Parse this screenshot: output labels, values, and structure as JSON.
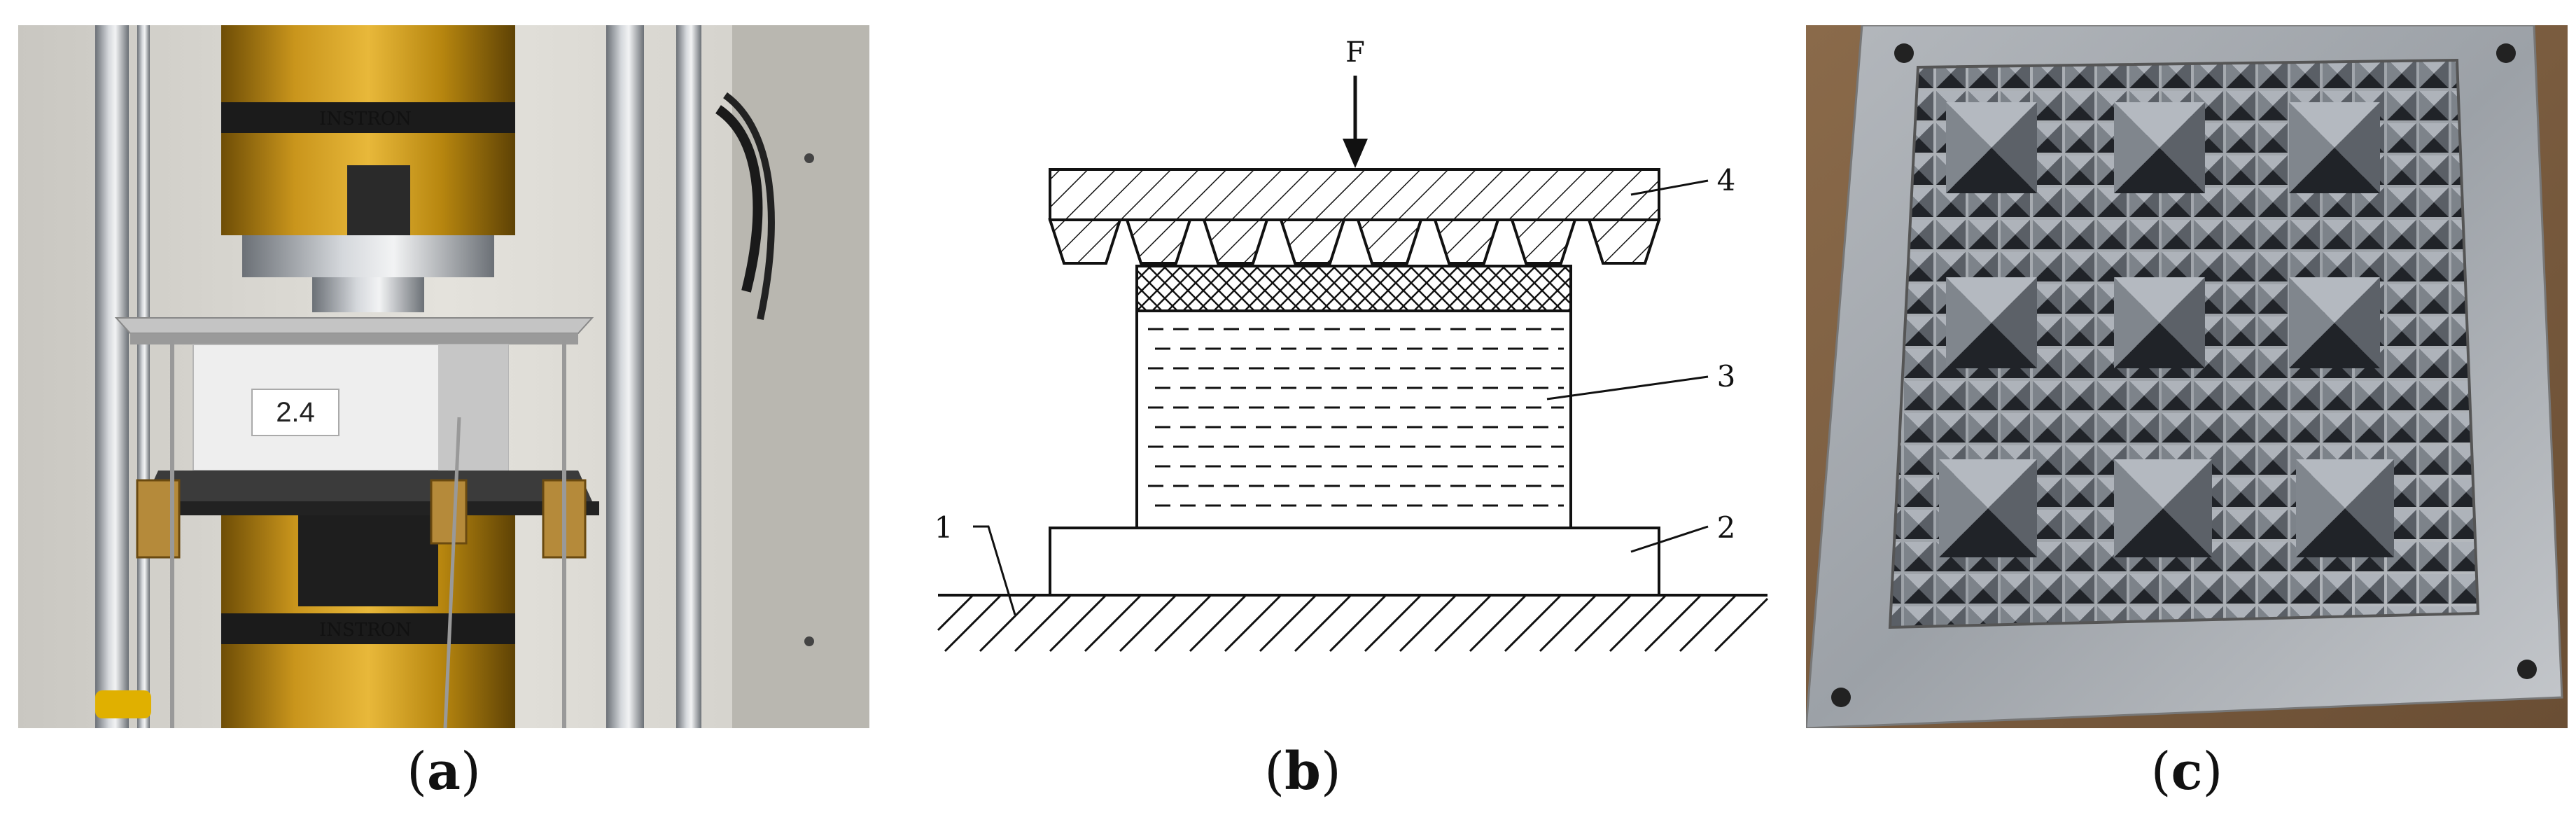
{
  "panels": [
    {
      "id": "a",
      "caption": "a",
      "photo_labels": {
        "top_brand": "INSTRON",
        "specimen_tag": "2.4",
        "bottom_brand": "INSTRON"
      }
    },
    {
      "id": "b",
      "caption": "b",
      "force_label": "F",
      "callouts": [
        "1",
        "2",
        "3",
        "4"
      ]
    },
    {
      "id": "c",
      "caption": "c"
    }
  ],
  "colors": {
    "machine_gold": "#b8870f",
    "steel": "#9aa0a6",
    "metal_plate": "#8f9399",
    "background_wall": "#d8d6d0",
    "line": "#111111"
  }
}
